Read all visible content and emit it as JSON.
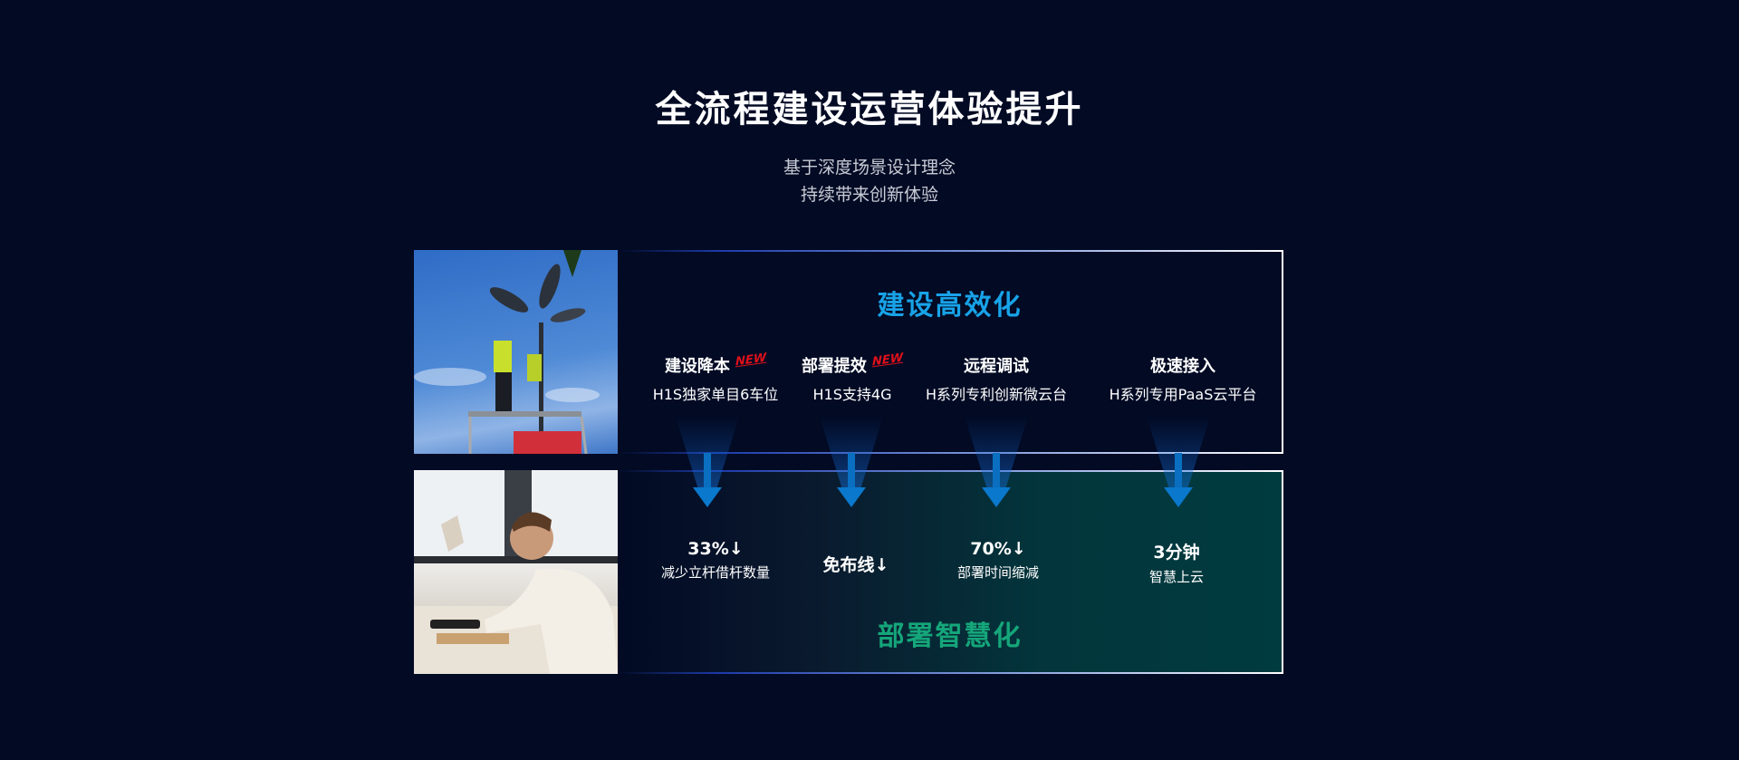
{
  "title": "全流程建设运营体验提升",
  "subtitle": [
    "基于深度场景设计理念",
    "持续带来创新体验"
  ],
  "top_panel": {
    "heading": "建设高效化",
    "features": [
      {
        "title": "建设降本",
        "badge": "NEW",
        "desc": "H1S独家单目6车位"
      },
      {
        "title": "部署提效",
        "badge": "NEW",
        "desc": "H1S支持4G"
      },
      {
        "title": "远程调试",
        "desc": "H系列专利创新微云台"
      },
      {
        "title": "极速接入",
        "desc": "H系列专用PaaS云平台"
      }
    ]
  },
  "bottom_panel": {
    "heading": "部署智慧化",
    "stats": [
      {
        "value": "33%↓",
        "desc": "减少立杆借杆数量"
      },
      {
        "value": "免布线↓"
      },
      {
        "value": "70%↓",
        "desc": "部署时间缩减"
      },
      {
        "value": "3分钟",
        "desc": "智慧上云"
      }
    ]
  },
  "colors": {
    "background": "#020a24",
    "blue_heading": "#18a3e8",
    "green_heading": "#15a67a",
    "new_badge": "#e0101a",
    "arrow": "#0a78cc"
  }
}
